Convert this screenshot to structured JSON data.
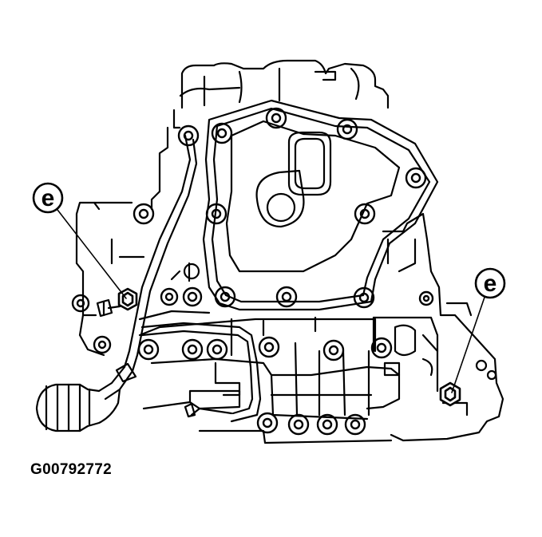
{
  "diagram": {
    "callouts": [
      {
        "id": "left",
        "label": "e"
      },
      {
        "id": "right",
        "label": "e"
      }
    ],
    "figure_id": "G00792772",
    "colors": {
      "line": "#000000",
      "background": "#ffffff"
    }
  }
}
